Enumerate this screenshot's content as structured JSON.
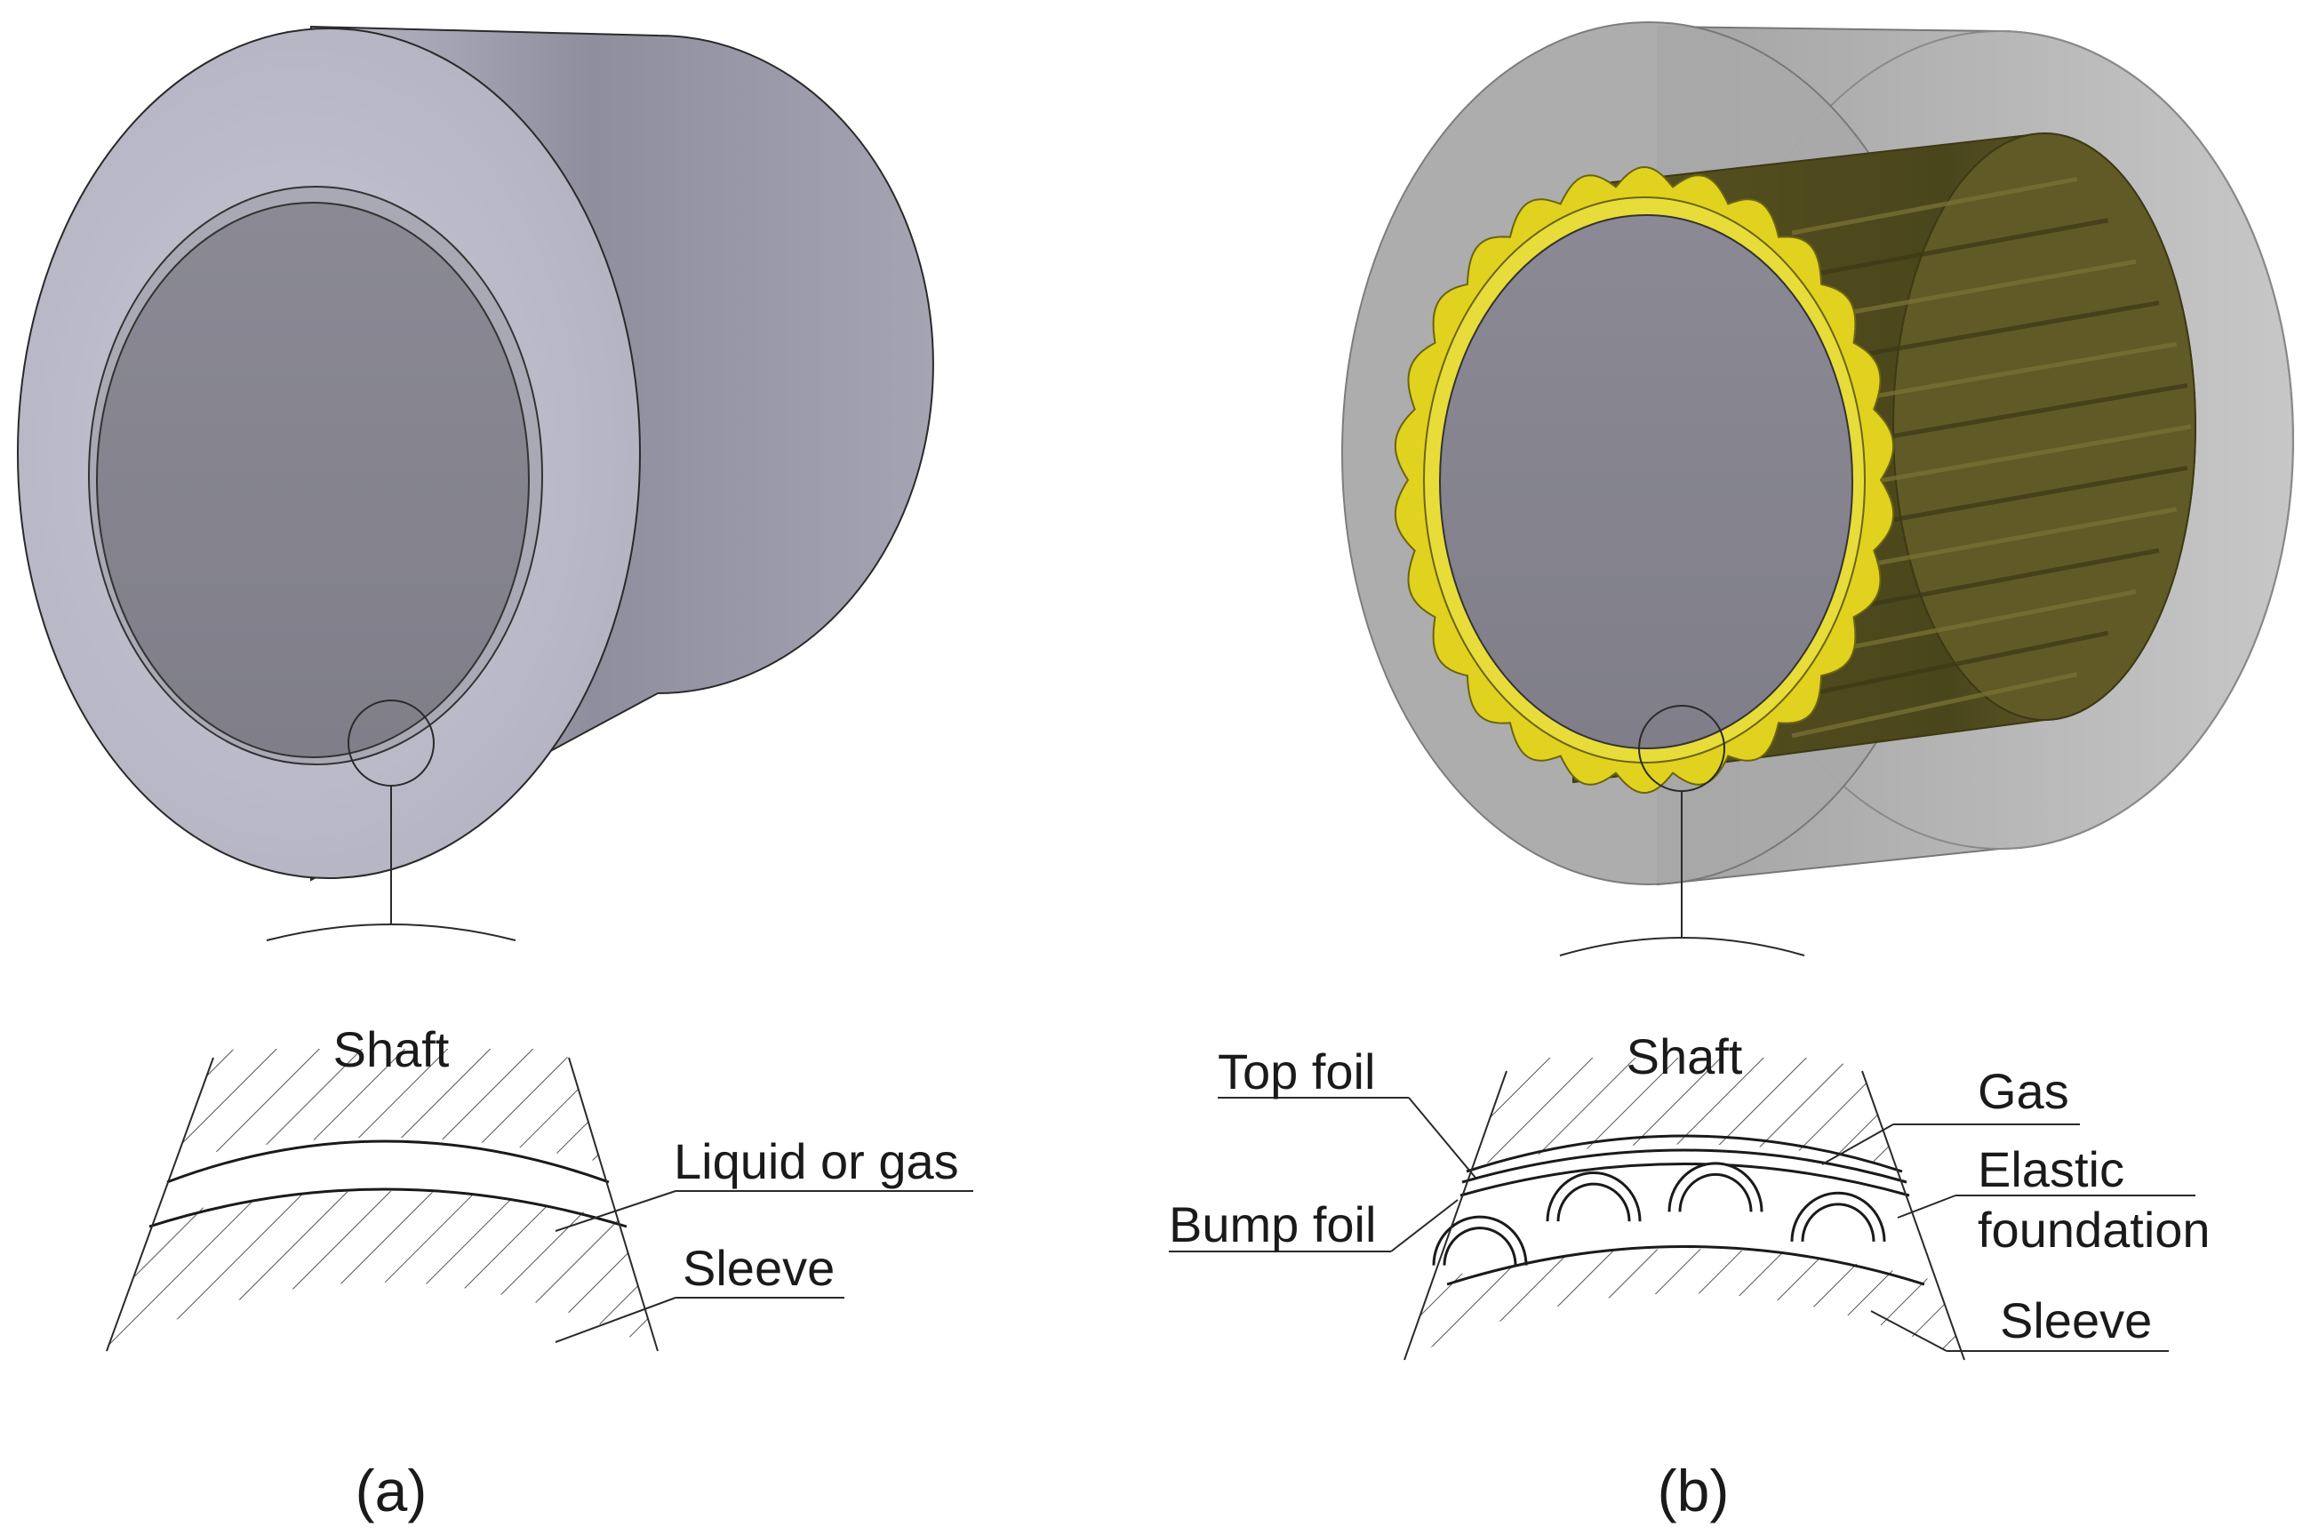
{
  "panel_a": {
    "labels": {
      "shaft": "Shaft",
      "fluid": "Liquid or gas",
      "sleeve": "Sleeve"
    },
    "caption": "(a)"
  },
  "panel_b": {
    "labels": {
      "shaft": "Shaft",
      "top_foil": "Top foil",
      "bump_foil": "Bump foil",
      "gas": "Gas",
      "elastic_line1": "Elastic",
      "elastic_line2": "foundation",
      "sleeve": "Sleeve"
    },
    "caption": "(b)"
  },
  "colors": {
    "sleeve_light": "#c3c2d0",
    "sleeve_side": "#8e8d9c",
    "shaft_face": "#86858f",
    "foil_yellow": "#e2d41c",
    "foil_olive": "#4f4a1c",
    "outline": "#1a1a1a"
  }
}
